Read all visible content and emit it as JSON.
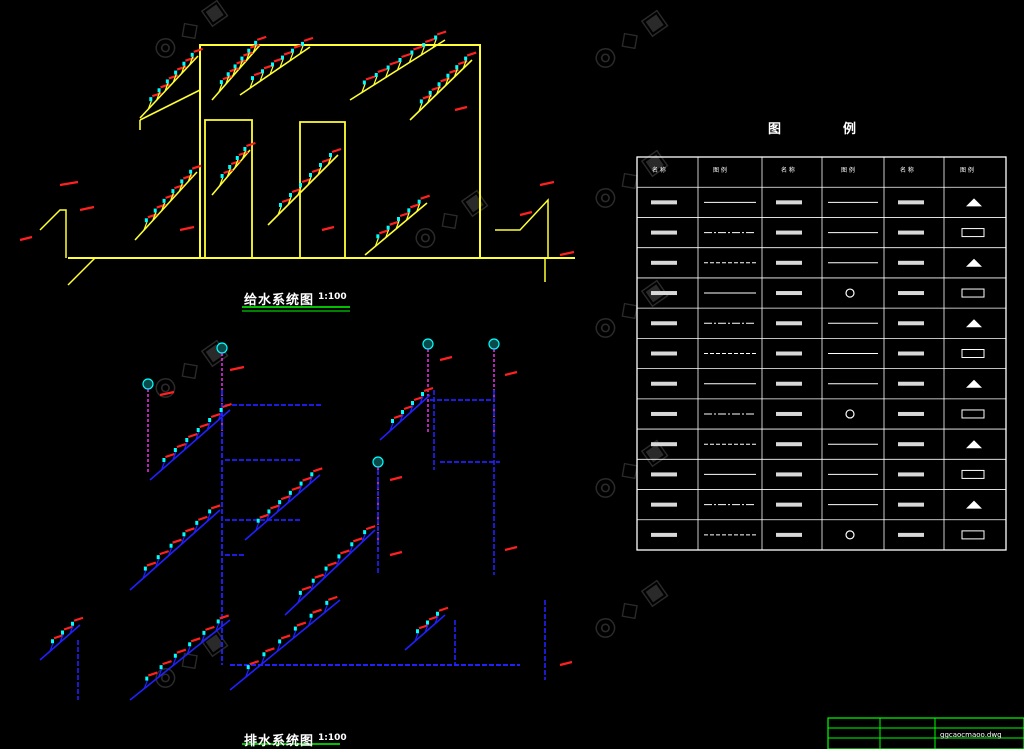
{
  "supply_system": {
    "title": "给水系统图",
    "scale": "1:100"
  },
  "drain_system": {
    "title": "排水系统图",
    "scale": "1:100"
  },
  "legend": {
    "title_left": "图",
    "title_right": "例",
    "headers": [
      "名 称",
      "图 例",
      "名 称",
      "图 例",
      "名 称",
      "图 例"
    ]
  },
  "title_block": {
    "code": "ggcaocmaoo.dwg"
  },
  "colors": {
    "background": "#000000",
    "supply_pipe": "#ffff33",
    "drain_pipe": "#2020ff",
    "vent_pipe": "#ff33ff",
    "annotation": "#ff2020",
    "fixture": "#00ffff",
    "scale_bar": "#00ff00",
    "legend_line": "#ffffff"
  }
}
